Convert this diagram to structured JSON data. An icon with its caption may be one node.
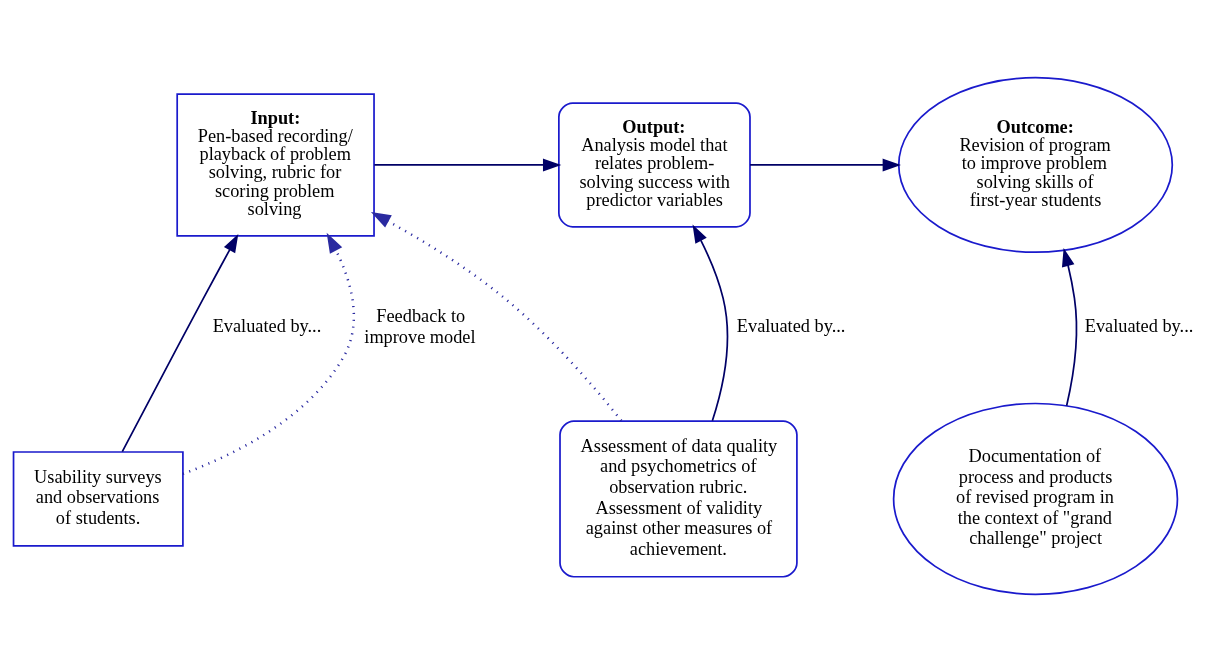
{
  "diagram": {
    "nodes": [
      {
        "text": [
          "Input:",
          "Pen-based recording/ playback of problem solving, rubric for scoring problem solving"
        ]
      },
      {
        "text": [
          "Output:",
          "Analysis model that relates problem-solving success with predictor variables"
        ]
      },
      {
        "text": [
          "**Outcome:** Revision of program to improve problem solving skills of first-year students"
        ]
      },
      {
        "text": [
          "Usability surveys and observations of students."
        ]
      },
      {
        "text": [
          "Assessment of data quality and psychometrics of observation rubric. Assessment of validity against other measures of achievement."
        ]
      },
      {
        "text": [
          "Documentation of process and products of revised program in the context of \"grand challenge\" project"
        ]
      }
    ],
    "edges": [
      {
        "from": 0,
        "to": 1,
        "arrow": "to"
      },
      {
        "from": 1,
        "to": 2,
        "arrow": "to"
      },
      {
        "from": 3,
        "to": 0,
        "arrow": "to",
        "label": "Evaluated by..."
      },
      {
        "from": 4,
        "to": 1,
        "arrow": "to",
        "label": "Evaluated by..."
      },
      {
        "from": 5,
        "to": 2,
        "arrow": "to",
        "label": "Evaluated by..."
      },
      {
        "from": 3,
        "to": 0,
        "arrow": "to",
        "style": "dashed",
        "color": "#2a2aa0",
        "label": "Feedback to improve model"
      },
      {
        "from": 4,
        "to": 0,
        "arrow": "to",
        "style": "dashed",
        "color": "#2a2aa0"
      }
    ]
  }
}
